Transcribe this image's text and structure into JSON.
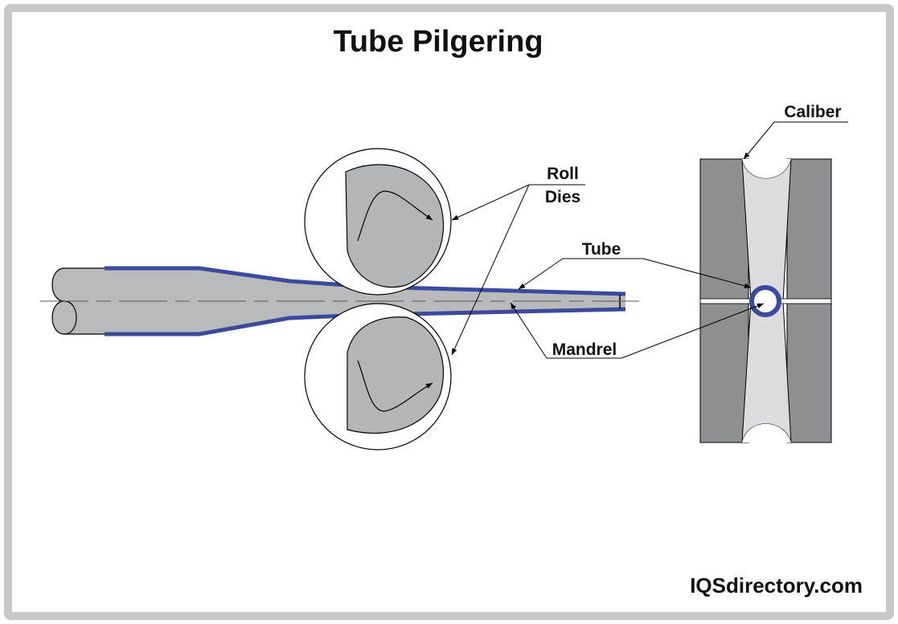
{
  "title": "Tube Pilgering",
  "labels": {
    "roll": "Roll",
    "dies": "Dies",
    "tube": "Tube",
    "mandrel": "Mandrel",
    "caliber": "Caliber"
  },
  "footer": "IQSdirectory.com",
  "colors": {
    "frame": "#c8c8ca",
    "tube_wall": "#3c4a9e",
    "tube_fill": "#b9babc",
    "die_fill": "#b4b5b7",
    "caliber_block": "#8e8f91",
    "caliber_groove": "#dcdcde"
  }
}
